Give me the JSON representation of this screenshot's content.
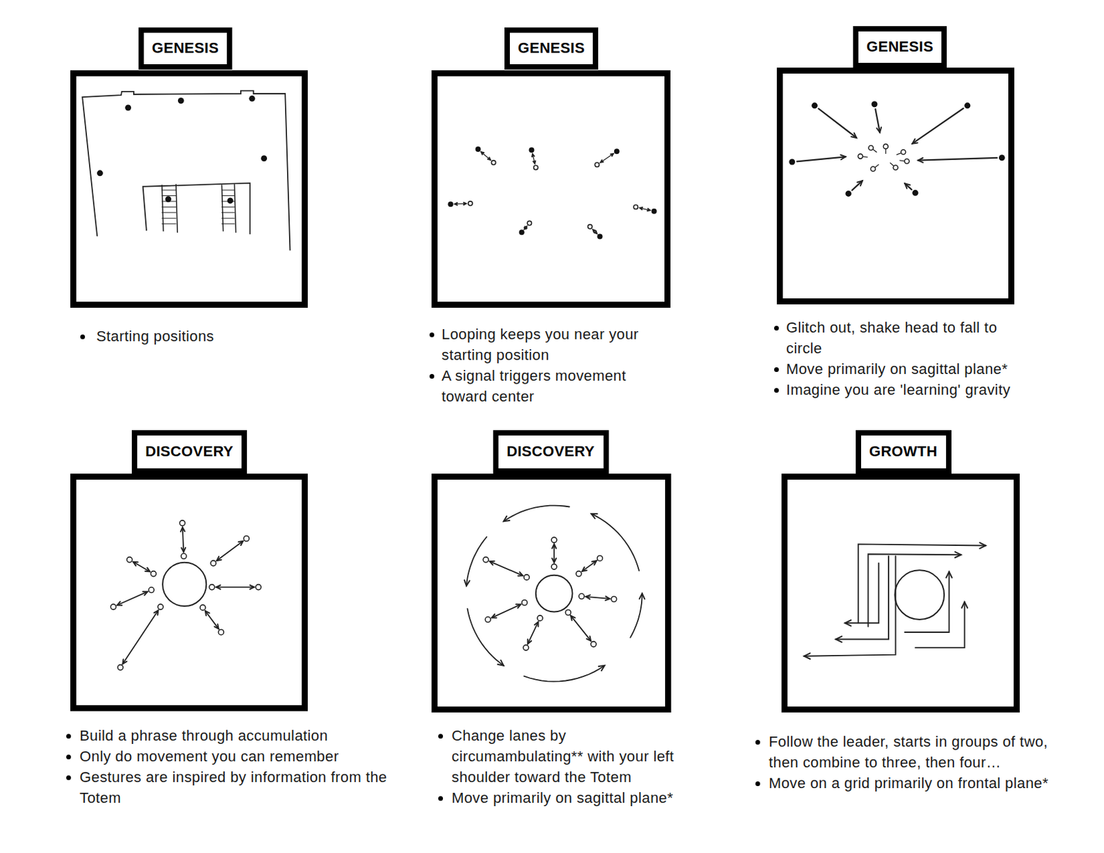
{
  "diagram": {
    "nodes": [
      {
        "text": [
          "GENESIS"
        ]
      },
      {
        "text": [
          "GENESIS"
        ]
      },
      {
        "text": [
          "GENESIS"
        ]
      },
      {
        "text": [
          "DISCOVERY"
        ]
      },
      {
        "text": [
          "DISCOVERY"
        ]
      },
      {
        "text": [
          "GROWTH"
        ]
      }
    ],
    "labels": [
      "Starting positions",
      "Looping keeps you near your starting position",
      "A signal triggers movement toward center",
      "Glitch out, shake head to fall to circle",
      "Move primarily on sagittal plane*",
      "Imagine you are 'learning' gravity",
      "Build a phrase through accumulation",
      "Only do movement you can remember",
      "Gestures are inspired by information from the Totem",
      "Change lanes by circumambulating** with your left shoulder toward the Totem",
      "Move primarily on sagittal plane*",
      "Follow the leader, starts in groups of two, then combine to three, then four…",
      "Move on a grid primarily on frontal plane*"
    ]
  }
}
